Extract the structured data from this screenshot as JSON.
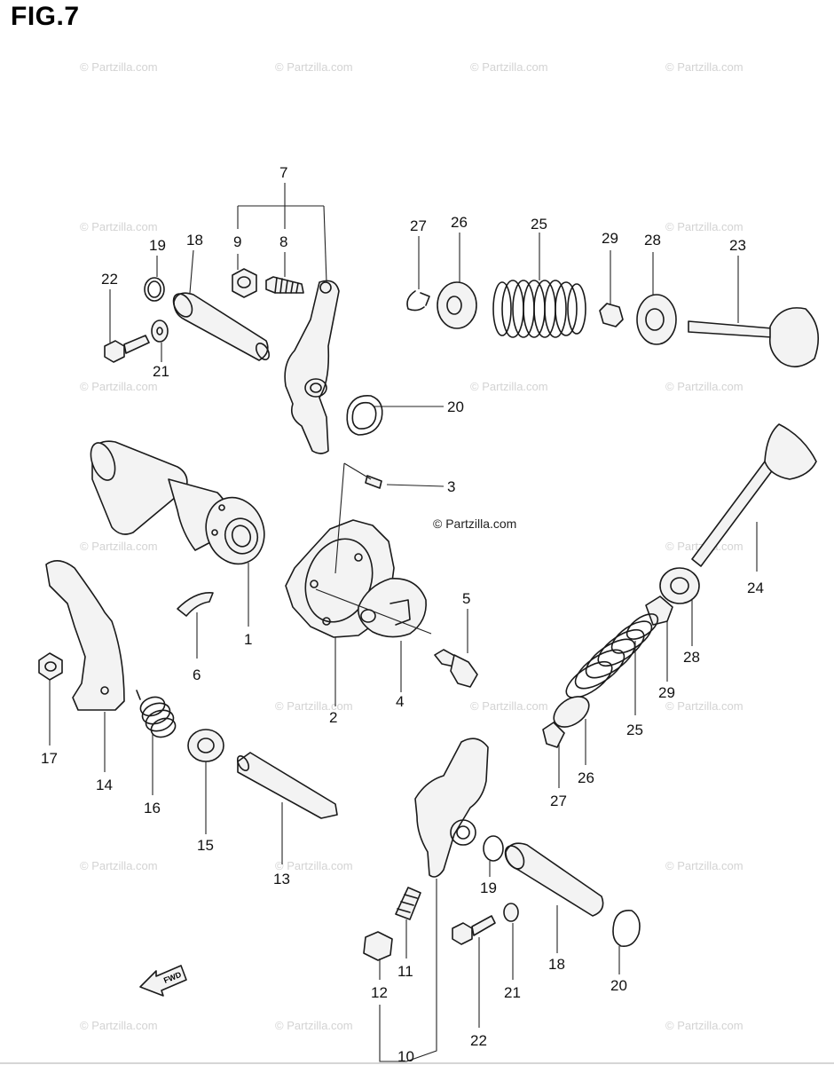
{
  "figure": {
    "title": "FIG.7",
    "copyright": "© Partzilla.com",
    "watermark_text": "© Partzilla.com"
  },
  "callouts": [
    {
      "id": "c7",
      "label": "7"
    },
    {
      "id": "c9",
      "label": "9"
    },
    {
      "id": "c8",
      "label": "8"
    },
    {
      "id": "c19a",
      "label": "19"
    },
    {
      "id": "c18a",
      "label": "18"
    },
    {
      "id": "c22a",
      "label": "22"
    },
    {
      "id": "c21a",
      "label": "21"
    },
    {
      "id": "c20a",
      "label": "20"
    },
    {
      "id": "c27a",
      "label": "27"
    },
    {
      "id": "c26a",
      "label": "26"
    },
    {
      "id": "c25a",
      "label": "25"
    },
    {
      "id": "c29a",
      "label": "29"
    },
    {
      "id": "c28a",
      "label": "28"
    },
    {
      "id": "c23",
      "label": "23"
    },
    {
      "id": "c3",
      "label": "3"
    },
    {
      "id": "c1",
      "label": "1"
    },
    {
      "id": "c6",
      "label": "6"
    },
    {
      "id": "c5",
      "label": "5"
    },
    {
      "id": "c2",
      "label": "2"
    },
    {
      "id": "c4",
      "label": "4"
    },
    {
      "id": "c24",
      "label": "24"
    },
    {
      "id": "c28b",
      "label": "28"
    },
    {
      "id": "c29b",
      "label": "29"
    },
    {
      "id": "c25b",
      "label": "25"
    },
    {
      "id": "c26b",
      "label": "26"
    },
    {
      "id": "c27b",
      "label": "27"
    },
    {
      "id": "c17",
      "label": "17"
    },
    {
      "id": "c14",
      "label": "14"
    },
    {
      "id": "c16",
      "label": "16"
    },
    {
      "id": "c15",
      "label": "15"
    },
    {
      "id": "c13",
      "label": "13"
    },
    {
      "id": "c19b",
      "label": "19"
    },
    {
      "id": "c18b",
      "label": "18"
    },
    {
      "id": "c20b",
      "label": "20"
    },
    {
      "id": "c11",
      "label": "11"
    },
    {
      "id": "c12",
      "label": "12"
    },
    {
      "id": "c22b",
      "label": "22"
    },
    {
      "id": "c21b",
      "label": "21"
    },
    {
      "id": "c10",
      "label": "10"
    }
  ],
  "fwd_arrow": {
    "label": "FWD",
    "icon": "forward-arrow-icon"
  }
}
